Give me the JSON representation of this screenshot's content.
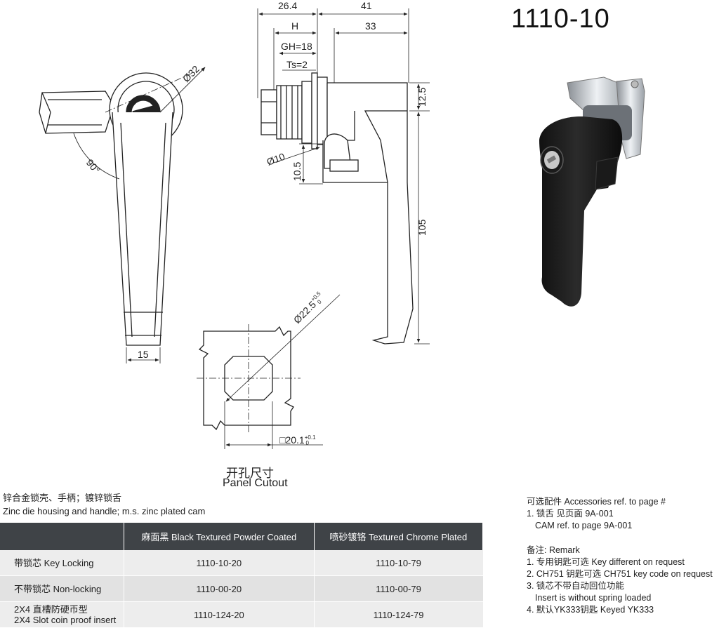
{
  "model_no": "1110-10",
  "dimensions": {
    "d26_4": "26.4",
    "d41": "41",
    "dH": "H",
    "d33": "33",
    "gh": "GH=18",
    "ts": "Ts=2",
    "d12_5": "12.5",
    "d10": "Ø10",
    "d10_5": "10.5",
    "d105": "105",
    "d32": "Ø32",
    "angle": "90°",
    "d15": "15",
    "d22_5": "Ø22.5",
    "d22_5_tol_up": "+0.5",
    "d22_5_tol_lo": "0",
    "d20_1": "□20.1",
    "d20_1_tol_up": "+0.1",
    "d20_1_tol_lo": "0"
  },
  "cutout": {
    "title_cn": "开孔尺寸",
    "title_en": "Panel Cutout"
  },
  "material": {
    "cn": "锌合金锁壳、手柄；镀锌锁舌",
    "en": "Zinc die housing and handle; m.s. zinc plated cam"
  },
  "table": {
    "headers": [
      "",
      "麻面黑 Black Textured Powder Coated",
      "喷砂镀铬 Textured Chrome Plated"
    ],
    "rows": [
      {
        "label": "带锁芯 Key Locking",
        "label2": "",
        "black": "1110-10-20",
        "chrome": "1110-10-79"
      },
      {
        "label": "不带锁芯 Non-locking",
        "label2": "",
        "black": "1110-00-20",
        "chrome": "1110-00-79"
      },
      {
        "label": "2X4 直槽防硬币型",
        "label2": "2X4 Slot coin proof insert",
        "black": "1110-124-20",
        "chrome": "1110-124-79"
      }
    ]
  },
  "accessories": {
    "title": "可选配件 Accessories ref. to page #",
    "line1": "1. 锁舌 见页面 9A-001",
    "line2": "CAM  ref. to page 9A-001"
  },
  "remark": {
    "title": "备注: Remark",
    "items": [
      "1. 专用钥匙可选  Key different on request",
      "2. CH751 钥匙可选  CH751 key code on request",
      "3. 锁芯不带自动回位功能",
      "Insert is without spring loaded",
      "4. 默认YK333钥匙  Keyed YK333"
    ]
  }
}
